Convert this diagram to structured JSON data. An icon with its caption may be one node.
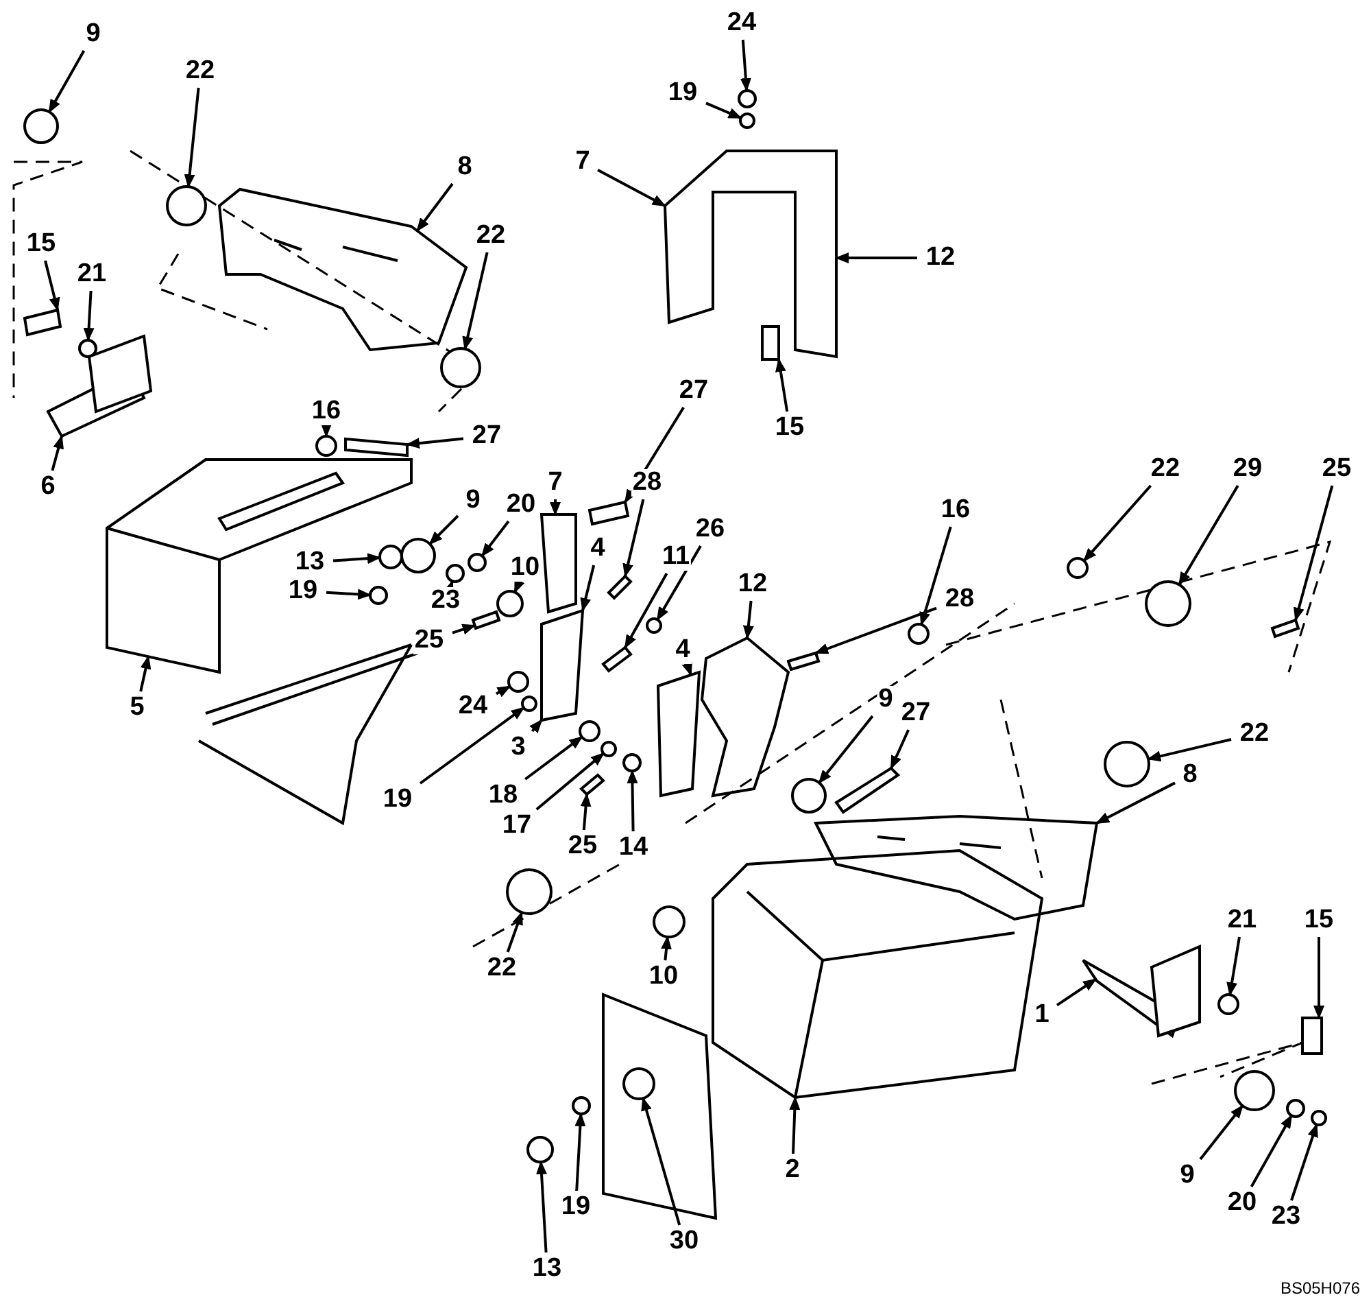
{
  "diagram": {
    "nodes": [
      {
        "text": [
          "9"
        ]
      },
      {
        "text": [
          "22"
        ]
      },
      {
        "text": [
          "8"
        ]
      },
      {
        "text": [
          "22"
        ]
      },
      {
        "text": [
          "15"
        ]
      },
      {
        "text": [
          "21"
        ]
      },
      {
        "text": [
          "6"
        ]
      },
      {
        "text": [
          "24"
        ]
      },
      {
        "text": [
          "19"
        ]
      },
      {
        "text": [
          "7"
        ]
      },
      {
        "text": [
          "12"
        ]
      },
      {
        "text": [
          "15"
        ]
      },
      {
        "text": [
          "16"
        ]
      },
      {
        "text": [
          "27"
        ]
      },
      {
        "text": [
          "9"
        ]
      },
      {
        "text": [
          "20"
        ]
      },
      {
        "text": [
          "13"
        ]
      },
      {
        "text": [
          "19"
        ]
      },
      {
        "text": [
          "23"
        ]
      },
      {
        "text": [
          "25"
        ]
      },
      {
        "text": [
          "5"
        ]
      },
      {
        "text": [
          "24"
        ]
      },
      {
        "text": [
          "3"
        ]
      },
      {
        "text": [
          "19"
        ]
      },
      {
        "text": [
          "18"
        ]
      },
      {
        "text": [
          "17"
        ]
      },
      {
        "text": [
          "14"
        ]
      },
      {
        "text": [
          "25"
        ]
      },
      {
        "text": [
          "7"
        ]
      },
      {
        "text": [
          "10"
        ]
      },
      {
        "text": [
          "4"
        ]
      },
      {
        "text": [
          "28"
        ]
      },
      {
        "text": [
          "27"
        ]
      },
      {
        "text": [
          "11"
        ]
      },
      {
        "text": [
          "26"
        ]
      },
      {
        "text": [
          "12"
        ]
      },
      {
        "text": [
          "4"
        ]
      },
      {
        "text": [
          "28"
        ]
      },
      {
        "text": [
          "16"
        ]
      },
      {
        "text": [
          "22"
        ]
      },
      {
        "text": [
          "29"
        ]
      },
      {
        "text": [
          "25"
        ]
      },
      {
        "text": [
          "22"
        ]
      },
      {
        "text": [
          "8"
        ]
      },
      {
        "text": [
          "9"
        ]
      },
      {
        "text": [
          "27"
        ]
      },
      {
        "text": [
          "10"
        ]
      },
      {
        "text": [
          "22"
        ]
      },
      {
        "text": [
          "1"
        ]
      },
      {
        "text": [
          "21"
        ]
      },
      {
        "text": [
          "15"
        ]
      },
      {
        "text": [
          "9"
        ]
      },
      {
        "text": [
          "20"
        ]
      },
      {
        "text": [
          "23"
        ]
      },
      {
        "text": [
          "2"
        ]
      },
      {
        "text": [
          "13"
        ]
      },
      {
        "text": [
          "19"
        ]
      },
      {
        "text": [
          "30"
        ]
      },
      {
        "text": [],
        "shape": "circle"
      },
      {
        "text": [],
        "shape": "circle"
      },
      {
        "text": [],
        "shape": "picture"
      },
      {
        "text": [],
        "shape": "circle"
      },
      {
        "text": [],
        "shape": "bar"
      },
      {
        "text": [],
        "shape": "circle"
      },
      {
        "text": [],
        "shape": "bar"
      },
      {
        "text": [],
        "shape": "circle"
      },
      {
        "text": [],
        "shape": "circle"
      },
      {
        "text": [],
        "shape": "picture"
      },
      {
        "text": [],
        "shape": "bar"
      },
      {
        "text": [],
        "shape": "circle"
      },
      {
        "text": [],
        "shape": "bar"
      },
      {
        "text": [],
        "shape": "circle"
      },
      {
        "text": [],
        "shape": "circle"
      },
      {
        "text": [],
        "shape": "circle"
      },
      {
        "text": [],
        "shape": "circle"
      },
      {
        "text": [],
        "shape": "circle"
      },
      {
        "text": [],
        "shape": "bar"
      },
      {
        "text": [],
        "shape": "picture"
      },
      {
        "text": [],
        "shape": "circle"
      },
      {
        "text": [],
        "shape": "picture"
      },
      {
        "text": [],
        "shape": "circle"
      },
      {
        "text": [],
        "shape": "circle"
      },
      {
        "text": [],
        "shape": "circle"
      },
      {
        "text": [],
        "shape": "circle"
      },
      {
        "text": [],
        "shape": "bar"
      },
      {
        "text": [],
        "shape": "picture"
      },
      {
        "text": [],
        "shape": "circle"
      },
      {
        "text": [],
        "shape": "bar"
      },
      {
        "text": [],
        "shape": "bar"
      },
      {
        "text": [],
        "shape": "bar"
      },
      {
        "text": [],
        "shape": "circle"
      },
      {
        "text": [],
        "shape": "picture"
      },
      {
        "text": [],
        "shape": "picture"
      },
      {
        "text": [],
        "shape": "bar"
      },
      {
        "text": [],
        "shape": "circle"
      },
      {
        "text": [],
        "shape": "circle"
      },
      {
        "text": [],
        "shape": "circle"
      },
      {
        "text": [],
        "shape": "bar"
      },
      {
        "text": [],
        "shape": "circle"
      },
      {
        "text": [],
        "shape": "picture"
      },
      {
        "text": [],
        "shape": "circle"
      },
      {
        "text": [],
        "shape": "bar"
      },
      {
        "text": [],
        "shape": "circle"
      },
      {
        "text": [],
        "shape": "circle"
      },
      {
        "text": [],
        "shape": "bar"
      },
      {
        "text": [],
        "shape": "circle"
      },
      {
        "text": [],
        "shape": "bar"
      },
      {
        "text": [],
        "shape": "circle"
      },
      {
        "text": [],
        "shape": "circle"
      },
      {
        "text": [],
        "shape": "circle"
      },
      {
        "text": [],
        "shape": "picture"
      },
      {
        "text": [],
        "shape": "circle"
      },
      {
        "text": [],
        "shape": "circle"
      },
      {
        "text": [],
        "shape": "circle"
      }
    ],
    "edges": [
      {
        "from": 0,
        "to": 58,
        "arrow": "to"
      },
      {
        "from": 1,
        "to": 59,
        "arrow": "to"
      },
      {
        "from": 2,
        "to": 60,
        "arrow": "to"
      },
      {
        "from": 3,
        "to": 61,
        "arrow": "to"
      },
      {
        "from": 4,
        "to": 62,
        "arrow": "to"
      },
      {
        "from": 5,
        "to": 63,
        "arrow": "to"
      },
      {
        "from": 6,
        "to": 64,
        "arrow": "to"
      },
      {
        "from": 7,
        "to": 65,
        "arrow": "to"
      },
      {
        "from": 8,
        "to": 66,
        "arrow": "to"
      },
      {
        "from": 9,
        "to": 67,
        "arrow": "to"
      },
      {
        "from": 10,
        "to": 67,
        "arrow": "to"
      },
      {
        "from": 11,
        "to": 68,
        "arrow": "to"
      },
      {
        "from": 12,
        "to": 69,
        "arrow": "to"
      },
      {
        "from": 13,
        "to": 70,
        "arrow": "to"
      },
      {
        "from": 14,
        "to": 71,
        "arrow": "to"
      },
      {
        "from": 15,
        "to": 72,
        "arrow": "to"
      },
      {
        "from": 16,
        "to": 73,
        "arrow": "to"
      },
      {
        "from": 17,
        "to": 74,
        "arrow": "to"
      },
      {
        "from": 18,
        "to": 75,
        "arrow": "to"
      },
      {
        "from": 19,
        "to": 76,
        "arrow": "to"
      },
      {
        "from": 20,
        "to": 77,
        "arrow": "to"
      },
      {
        "from": 21,
        "to": 78,
        "arrow": "to"
      },
      {
        "from": 22,
        "to": 79,
        "arrow": "to"
      },
      {
        "from": 23,
        "to": 80,
        "arrow": "to"
      },
      {
        "from": 24,
        "to": 81,
        "arrow": "to"
      },
      {
        "from": 25,
        "to": 82,
        "arrow": "to"
      },
      {
        "from": 26,
        "to": 83,
        "arrow": "to"
      },
      {
        "from": 27,
        "to": 84,
        "arrow": "to"
      },
      {
        "from": 28,
        "to": 85,
        "arrow": "to"
      },
      {
        "from": 29,
        "to": 86,
        "arrow": "to"
      },
      {
        "from": 30,
        "to": 79,
        "arrow": "to"
      },
      {
        "from": 31,
        "to": 87,
        "arrow": "to"
      },
      {
        "from": 32,
        "to": 88,
        "arrow": "to"
      },
      {
        "from": 33,
        "to": 89,
        "arrow": "to"
      },
      {
        "from": 34,
        "to": 90,
        "arrow": "to"
      },
      {
        "from": 35,
        "to": 91,
        "arrow": "to"
      },
      {
        "from": 36,
        "to": 92,
        "arrow": "to"
      },
      {
        "from": 37,
        "to": 93,
        "arrow": "to"
      },
      {
        "from": 38,
        "to": 94,
        "arrow": "to"
      },
      {
        "from": 39,
        "to": 95,
        "arrow": "to"
      },
      {
        "from": 40,
        "to": 96,
        "arrow": "to"
      },
      {
        "from": 41,
        "to": 97,
        "arrow": "to"
      },
      {
        "from": 42,
        "to": 98,
        "arrow": "to"
      },
      {
        "from": 43,
        "to": 99,
        "arrow": "to"
      },
      {
        "from": 44,
        "to": 100,
        "arrow": "to"
      },
      {
        "from": 45,
        "to": 101,
        "arrow": "to"
      },
      {
        "from": 46,
        "to": 102,
        "arrow": "to"
      },
      {
        "from": 47,
        "to": 103,
        "arrow": "to"
      },
      {
        "from": 48,
        "to": 104,
        "arrow": "to"
      },
      {
        "from": 49,
        "to": 105,
        "arrow": "to"
      },
      {
        "from": 50,
        "to": 106,
        "arrow": "to"
      },
      {
        "from": 51,
        "to": 107,
        "arrow": "to"
      },
      {
        "from": 52,
        "to": 108,
        "arrow": "to"
      },
      {
        "from": 53,
        "to": 109,
        "arrow": "to"
      },
      {
        "from": 54,
        "to": 110,
        "arrow": "to"
      },
      {
        "from": 55,
        "to": 111,
        "arrow": "to"
      },
      {
        "from": 56,
        "to": 112,
        "arrow": "to"
      },
      {
        "from": 57,
        "to": 113,
        "arrow": "to"
      }
    ],
    "labels": [
      "BS05H076"
    ]
  }
}
